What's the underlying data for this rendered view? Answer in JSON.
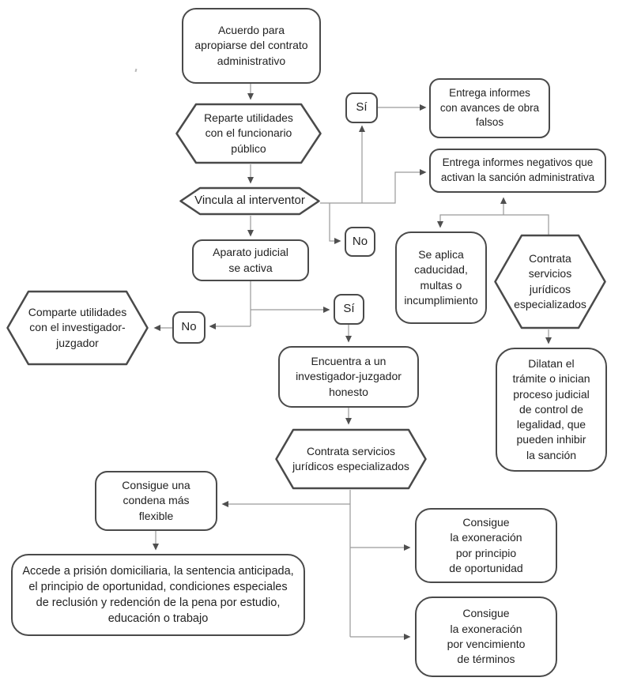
{
  "colors": {
    "background": "#ffffff",
    "node_border": "#4a4a4a",
    "node_fill": "#ffffff",
    "connector": "#9a9a9a",
    "arrow": "#4f4f4f",
    "text": "#222222"
  },
  "nodes": {
    "acuerdo": {
      "shape": "rounded-rect",
      "label": "Acuerdo para\napropiarse del contrato\nadministrativo"
    },
    "reparte": {
      "shape": "hexagon",
      "label": "Reparte utilidades\ncon el funcionario\npúblico"
    },
    "si_top": {
      "shape": "rounded-square",
      "label": "Sí"
    },
    "entrega_falsos": {
      "shape": "rounded-rect",
      "label": "Entrega informes\ncon avances de obra\nfalsos"
    },
    "vincula": {
      "shape": "hexagon",
      "label": "Vincula al interventor"
    },
    "entrega_negativos": {
      "shape": "rounded-rect",
      "label": "Entrega informes negativos que\nactivan la sanción administrativa"
    },
    "no_right": {
      "shape": "rounded-square",
      "label": "No"
    },
    "aparato": {
      "shape": "rounded-rect",
      "label": "Aparato judicial\nse activa"
    },
    "se_aplica": {
      "shape": "rounded-rect",
      "label": "Se aplica\ncaducidad,\nmultas o\nincumplimiento"
    },
    "contrata_right": {
      "shape": "hexagon",
      "label": "Contrata\nservicios\njurídicos\nespecializados"
    },
    "comparte": {
      "shape": "hexagon",
      "label": "Comparte utilidades\ncon el investigador-\njuzgador"
    },
    "no_left": {
      "shape": "rounded-square",
      "label": "No"
    },
    "si_mid": {
      "shape": "rounded-square",
      "label": "Sí"
    },
    "encuentra": {
      "shape": "rounded-rect",
      "label": "Encuentra a un\ninvestigador-juzgador\nhonesto"
    },
    "dilatan": {
      "shape": "rounded-rect",
      "label": "Dilatan el\ntrámite o inician\nproceso judicial\nde control de\nlegalidad, que\npueden inhibir\nla sanción"
    },
    "contrata_center": {
      "shape": "hexagon",
      "label": "Contrata servicios\njurídicos especializados"
    },
    "condena": {
      "shape": "rounded-rect",
      "label": "Consigue una\ncondena más\nflexible"
    },
    "accede": {
      "shape": "rounded-rect",
      "label": "Accede a prisión domiciliaria, la sentencia anticipada,\nel principio de oportunidad, condiciones especiales\nde reclusión y redención de la pena por estudio,\neducación o trabajo"
    },
    "exo_oportunidad": {
      "shape": "rounded-rect",
      "label": "Consigue\nla exoneración\npor principio\nde oportunidad"
    },
    "exo_terminos": {
      "shape": "rounded-rect",
      "label": "Consigue\nla exoneración\npor vencimiento\nde términos"
    }
  },
  "edges": [
    {
      "from": "acuerdo",
      "to": "reparte"
    },
    {
      "from": "reparte",
      "to": "vincula"
    },
    {
      "from": "vincula",
      "to": "aparato"
    },
    {
      "from": "vincula",
      "to": "entrega_negativos"
    },
    {
      "from": "vincula",
      "to": "si_top"
    },
    {
      "from": "si_top",
      "to": "entrega_falsos"
    },
    {
      "from": "vincula",
      "to": "no_right"
    },
    {
      "from": "aparato",
      "to": "si_mid"
    },
    {
      "from": "aparato",
      "to": "no_left"
    },
    {
      "from": "no_left",
      "to": "comparte"
    },
    {
      "from": "si_mid",
      "to": "encuentra"
    },
    {
      "from": "encuentra",
      "to": "contrata_center"
    },
    {
      "from": "contrata_right",
      "to": "entrega_negativos"
    },
    {
      "from": "contrata_right",
      "to": "se_aplica"
    },
    {
      "from": "contrata_right",
      "to": "dilatan"
    },
    {
      "from": "contrata_center",
      "to": "condena"
    },
    {
      "from": "contrata_center",
      "to": "exo_oportunidad"
    },
    {
      "from": "contrata_center",
      "to": "exo_terminos"
    },
    {
      "from": "condena",
      "to": "accede"
    }
  ]
}
